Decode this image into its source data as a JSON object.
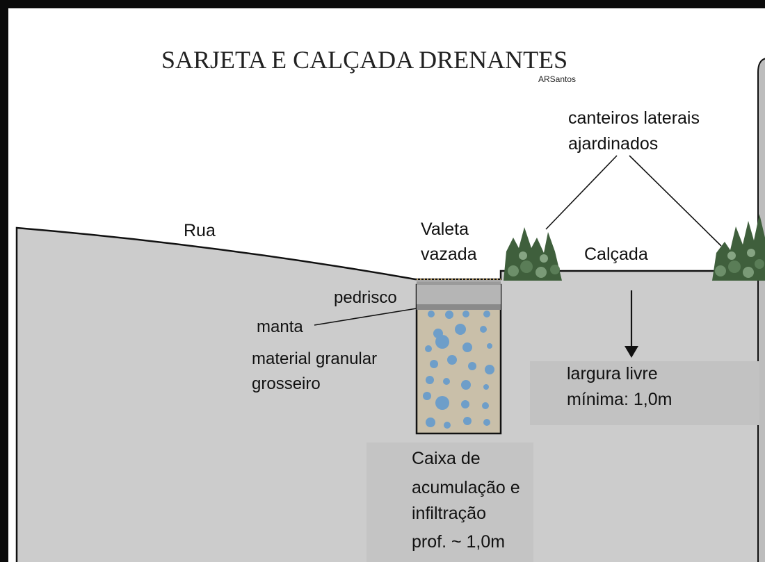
{
  "title": "SARJETA E CALÇADA DRENANTES",
  "author": "ARSantos",
  "labels": {
    "rua": "Rua",
    "valeta_line1": "Valeta",
    "valeta_line2": "vazada",
    "calcada": "Calçada",
    "canteiros_line1": "canteiros laterais",
    "canteiros_line2": "ajardinados",
    "pedrisco": "pedrisco",
    "manta": "manta",
    "material_line1": "material granular",
    "material_line2": "grosseiro",
    "largura_line1": "largura livre",
    "largura_line2": "mínima: 1,0m",
    "caixa_line1": "Caixa de",
    "caixa_line2": "acumulação e",
    "caixa_line3": "infiltração",
    "caixa_line4": "prof. ~ 1,0m"
  },
  "colors": {
    "ground": "#cccccc",
    "gravel_layer": "#b5b5b5",
    "blanket": "#8a8a8a",
    "granular_fill": "#c9bfa9",
    "stones": "#6e9ec9",
    "plants": "#3f5f3c",
    "label_box": "#c2c2c2"
  }
}
